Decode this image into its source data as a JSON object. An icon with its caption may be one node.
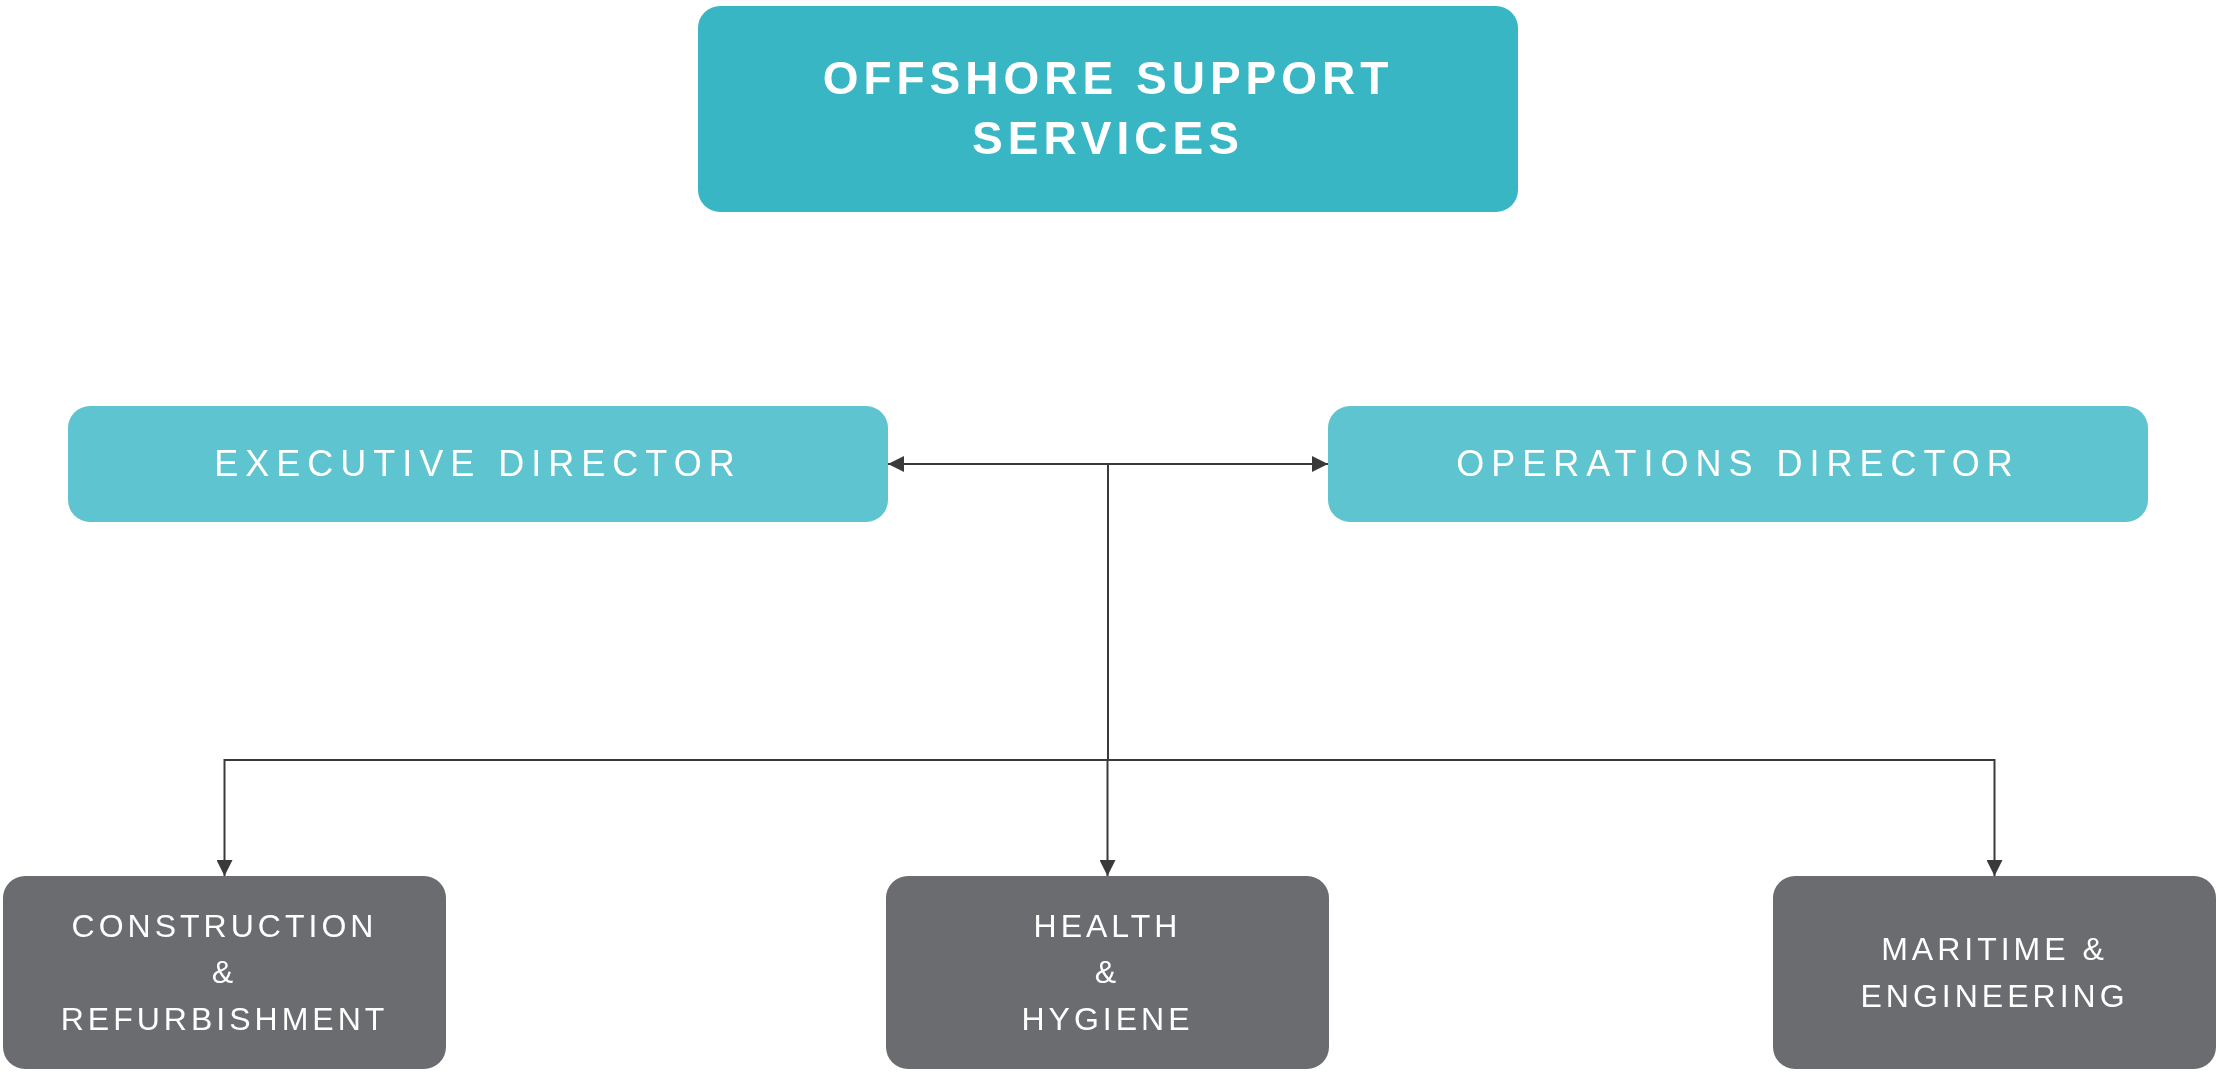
{
  "diagram": {
    "nodes": [
      {
        "text": [
          "OFFSHORE SUPPORT SERVICES"
        ]
      },
      {
        "text": [
          "EXECUTIVE DIRECTOR"
        ]
      },
      {
        "text": [
          "OPERATIONS DIRECTOR"
        ]
      },
      {
        "text": [
          "CONSTRUCTION & REFURBISHMENT"
        ]
      },
      {
        "text": [
          "HEALTH & HYGIENE"
        ]
      },
      {
        "text": [
          "MARITIME & ENGINEERING"
        ]
      }
    ],
    "edges": [
      {
        "from": 1,
        "to": 2,
        "arrow": "both"
      },
      {
        "from": null,
        "to": 3,
        "arrow": "to"
      },
      {
        "from": null,
        "to": 4,
        "arrow": "to"
      },
      {
        "from": null,
        "to": 5,
        "arrow": "to"
      }
    ]
  }
}
